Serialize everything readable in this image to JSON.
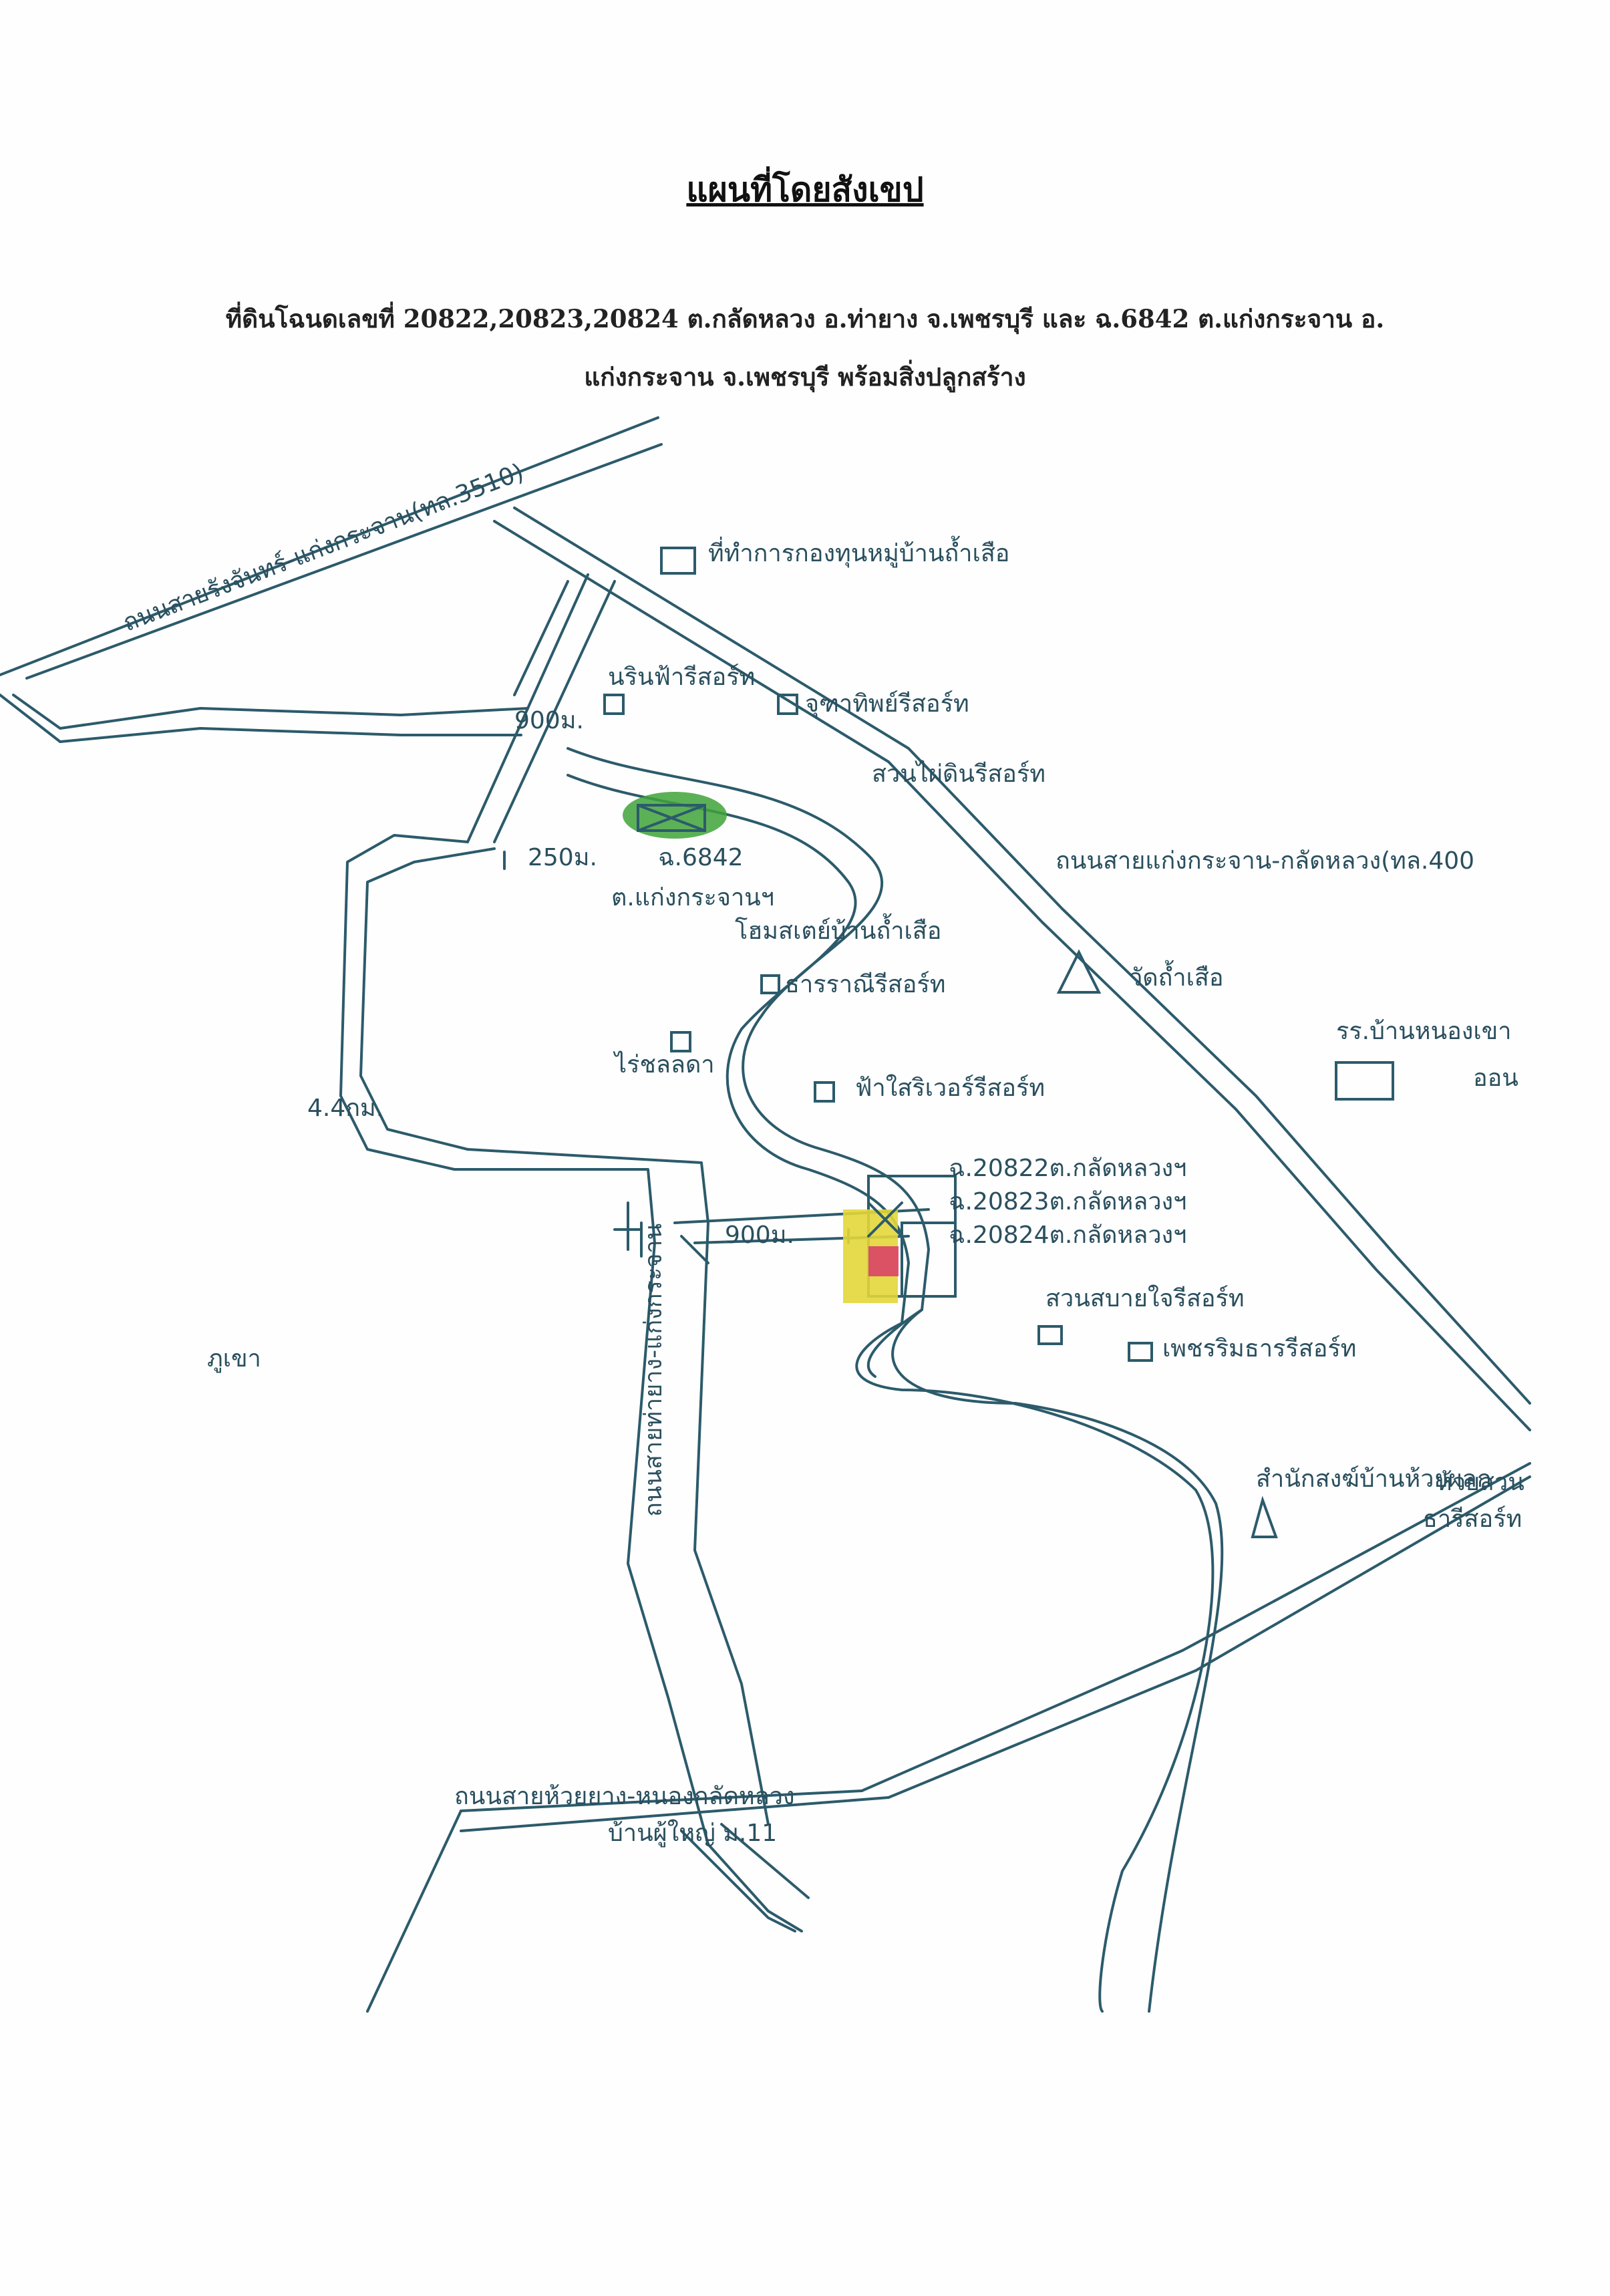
{
  "document": {
    "title": "แผนที่โดยสังเขป",
    "subtitle_line1": "ที่ดินโฉนดเลขที่ 20822,20823,20824  ต.กลัดหลวง อ.ท่ายาง จ.เพชรบุรี และ ฉ.6842 ต.แก่งกระจาน อ.",
    "subtitle_line2": "แก่งกระจาน จ.เพชรบุรี พร้อมสิ่งปลูกสร้าง"
  },
  "map": {
    "roads": {
      "road_3510": "ถนนสายรังจันทร์-แก่งกระจาน(ทล.3510)",
      "road_4005": "ถนนสายแก่งกระจาน-กลัดหลวง(ทล.400",
      "road_huaiyang": "ถนนสายห้วยยาง-หนองกลัดหลวง",
      "road_vertical": "ถนนสายท่ายาง-แก่งกระจาน"
    },
    "places": {
      "hq": "ที่ทำการกองทุนหมู่บ้านถ้ำเสือ",
      "narinpha": "นรินฟ้ารีสอร์ท",
      "chutathip": "จุฑาทิพย์รีสอร์ท",
      "suanpai": "สวนไผ่ดินรีสอร์ท",
      "homestay": "โฮมสเตย์บ้านถ้ำเสือ",
      "tarara": "ธารราณีรีสอร์ท",
      "wat": "วัดถ้ำเสือ",
      "school_a": "รร.บ้านหนองเขา",
      "school_b": "ออน",
      "raichon": "ไร่ชลลดา",
      "fasai": "ฟ้าใสริเวอร์รีสอร์ท",
      "suansabai": "สวนสบายใจรีสอร์ท",
      "phetrim": "เพชรริมธารรีสอร์ท",
      "samnak": "สำนักสงฆ์บ้านห้วยผลก",
      "huaiphlak_resort_a": "ห้วยสวน",
      "huaiphlak_resort_b": "ธารีสอร์ท",
      "village": "บ้านผู้ใหญ่ ม.11",
      "mountain": "ภูเขา"
    },
    "parcels": {
      "p6842": "ฉ.6842",
      "p6842_sub": "ต.แก่งกระจานฯ",
      "p20822": "ฉ.20822ต.กลัดหลวงฯ",
      "p20823": "ฉ.20823ต.กลัดหลวงฯ",
      "p20824": "ฉ.20824ต.กลัดหลวงฯ"
    },
    "distances": {
      "d900_top": "900ม.",
      "d250": "250ม.",
      "d900_bottom": "900ม.",
      "d44km": "4.4กม."
    },
    "colors": {
      "ink": "#2c5b6b",
      "parcel_6842_fill": "#3fa33a",
      "parcel_2082x_fill": "#e3d63a",
      "parcel_2082x_mark": "#d93a6a"
    }
  }
}
